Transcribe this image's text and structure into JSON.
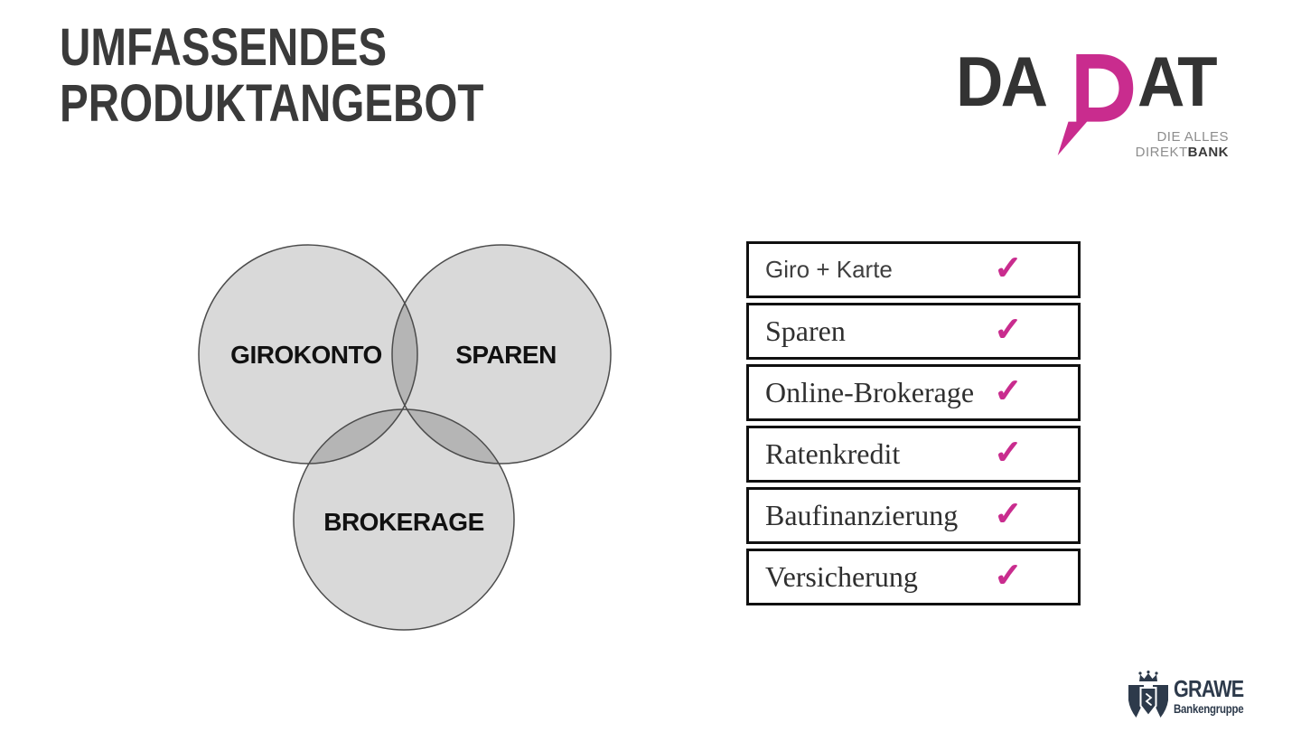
{
  "header": {
    "title_line1": "UMFASSENDES",
    "title_line2": "PRODUKTANGEBOT"
  },
  "brand": {
    "dadat_prefix": "DA",
    "dadat_suffix": "AT",
    "tagline_line1": "DIE ALLES",
    "tagline_line2_regular": "DIREKT",
    "tagline_line2_bold": "BANK",
    "accent_pink": "#c92c8e",
    "letter_dark": "#333333",
    "tagline_gray": "#8d8d8d"
  },
  "venn": {
    "circles": [
      {
        "label": "GIROKONTO"
      },
      {
        "label": "SPAREN"
      },
      {
        "label": "BROKERAGE"
      }
    ],
    "circle_fill": "#d9d9d9",
    "overlap_fill": "#b5b5b5",
    "outline_color": "#4c4c4c"
  },
  "products": {
    "check_glyph": "✓",
    "check_color": "#c92c8e",
    "rows": [
      {
        "label": "Giro + Karte",
        "checked": true
      },
      {
        "label": "Sparen",
        "checked": true
      },
      {
        "label": "Online-Brokerage",
        "checked": true
      },
      {
        "label": "Ratenkredit",
        "checked": true
      },
      {
        "label": "Baufinanzierung",
        "checked": true
      },
      {
        "label": "Versicherung",
        "checked": true
      }
    ]
  },
  "footer_logo": {
    "name": "GRAWE",
    "subtitle": "Bankengruppe",
    "color": "#2d3a4b"
  }
}
